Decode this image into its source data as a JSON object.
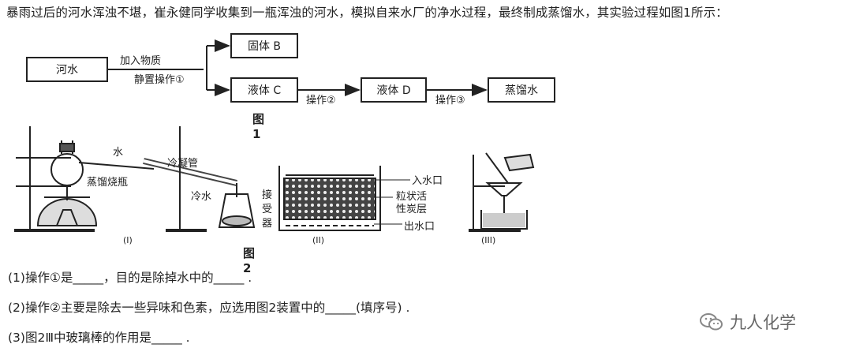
{
  "intro": "暴雨过后的河水浑浊不堪，崔永健同学收集到一瓶浑浊的河水，模拟自来水厂的净水过程，最终制成蒸馏水，其实验过程如图1所示：",
  "fig1": {
    "river": "河水",
    "step_top": "加入物质",
    "step_bottom": "静置",
    "op1": "操作①",
    "solid": "固体 B",
    "liquid_c": "液体 C",
    "op2": "操作②",
    "liquid_d": "液体 D",
    "op3": "操作③",
    "distilled": "蒸馏水",
    "caption": "图1"
  },
  "fig2": {
    "water_in": "水",
    "condenser": "冷凝管",
    "flask": "蒸馏烧瓶",
    "cool_water": "冷水",
    "receiver_1": "接",
    "receiver_2": "受",
    "receiver_3": "器",
    "inlet": "入水口",
    "carbon_1": "粒状活",
    "carbon_2": "性炭层",
    "outlet": "出水口",
    "label_I": "(I)",
    "label_II": "(II)",
    "label_III": "(III)",
    "caption": "图2"
  },
  "questions": [
    "(1)操作①是_____，目的是除掉水中的_____ .",
    "(2)操作②主要是除去一些异味和色素，应选用图2装置中的_____(填序号) .",
    "(3)图2Ⅲ中玻璃棒的作用是_____ ."
  ],
  "watermark": "九人化学"
}
